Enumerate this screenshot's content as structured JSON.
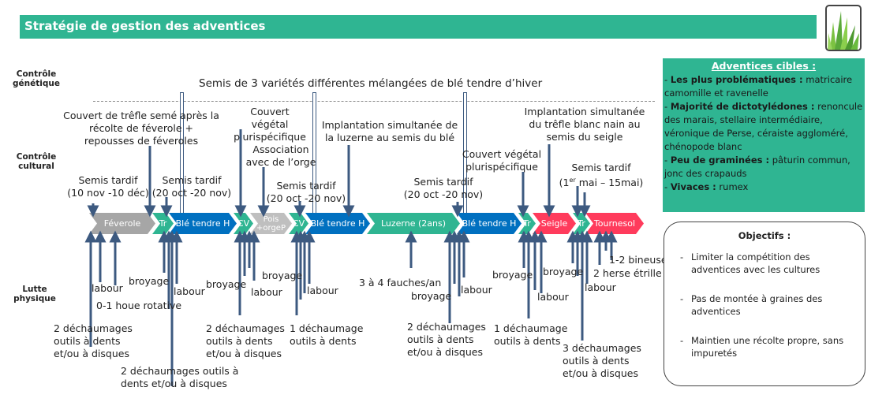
{
  "title": "Stratégie de gestion des adventices",
  "row_labels": {
    "genetic": "Contrôle génétique",
    "cultural": "Contrôle cultural",
    "physical": "Lutte physique"
  },
  "timeline": [
    {
      "label": "Féverole",
      "color": "#a6a6a6"
    },
    {
      "label": "Tr",
      "color": "#2fb592"
    },
    {
      "label": "Blé tendre H",
      "color": "#0070c0"
    },
    {
      "label": "CV",
      "color": "#2fb592"
    },
    {
      "label": "Pois +orgeP",
      "color": "#bfbfbf"
    },
    {
      "label": "CV",
      "color": "#2fb592"
    },
    {
      "label": "Blé tendre H",
      "color": "#0070c0"
    },
    {
      "label": "Luzerne (2ans)",
      "color": "#2fb592"
    },
    {
      "label": "Blé tendre H",
      "color": "#0070c0"
    },
    {
      "label": "Tr",
      "color": "#2fb592"
    },
    {
      "label": "Seigle",
      "color": "#ff3b5c"
    },
    {
      "label": "Tr",
      "color": "#2fb592"
    },
    {
      "label": "Tournesol",
      "color": "#ff3b5c"
    }
  ],
  "genetic": {
    "note": "Semis de 3 variétés différentes mélangées de blé tendre d’hiver"
  },
  "cultural": {
    "notes": [
      "Couvert de trêfle semé après la récolte de féverole + repousses de féveroles",
      "Couvert végétal plurispécifique",
      "Association avec de l’orge",
      "Implantation simultanée de la luzerne au semis du blé",
      "Couvert végétal plurispécifique",
      "Implantation simultanée du trêfle blanc nain au semis du seigle"
    ],
    "sowing": [
      {
        "title": "Semis tardif",
        "range": "(10 nov -10 déc)"
      },
      {
        "title": "Semis tardif",
        "range": "(20 oct -20 nov)"
      },
      {
        "title": "Semis tardif",
        "range": "(20 oct -20 nov)"
      },
      {
        "title": "Semis tardif",
        "range": "(20 oct -20 nov)"
      },
      {
        "title": "Semis tardif",
        "range_a": "(1",
        "range_sup": "er",
        "range_b": " mai – 15mai)"
      }
    ]
  },
  "physical": {
    "labels": [
      "labour",
      "0-1 houe rotative",
      "2 déchaumages outils à dents et/ou à disques",
      "broyage",
      "labour",
      "2 déchaumages outils à dents et/ou à disques",
      "broyage",
      "broyage",
      "labour",
      "2 déchaumages outils à dents et/ou à disques",
      "labour",
      "1 déchaumage outils à dents",
      "3 à 4 fauches/an",
      "broyage",
      "labour",
      "2 déchaumages outils à dents et/ou à disques",
      "broyage",
      "labour",
      "1 déchaumage outils à dents",
      "broyage",
      "labour",
      "3 déchaumages outils à dents et/ou à disques",
      "2 herse étrille",
      "1-2 bineuse"
    ]
  },
  "targets": {
    "title": "Adventices cibles :",
    "groups": [
      {
        "head": "Les plus problématiques :",
        "text": " matricaire camomille et ravenelle"
      },
      {
        "head": "Majorité de dictotylédones :",
        "text": " renoncule des marais, stellaire intermédiaire, véronique de Perse, céraiste aggloméré, chénopode blanc"
      },
      {
        "head": "Peu de graminées :",
        "text": " pâturin commun, jonc des crapauds"
      },
      {
        "head": "Vivaces :",
        "text": " rumex"
      }
    ]
  },
  "objectives": {
    "title": "Objectifs :",
    "items": [
      "Limiter la compétition des adventices avec les cultures",
      "Pas de montée à graines des adventices",
      "Maintien une récolte propre, sans impuretés"
    ]
  },
  "colors": {
    "green": "#2fb592",
    "blue": "#0070c0",
    "arrow": "#3d5a80",
    "red": "#ff3b5c"
  }
}
